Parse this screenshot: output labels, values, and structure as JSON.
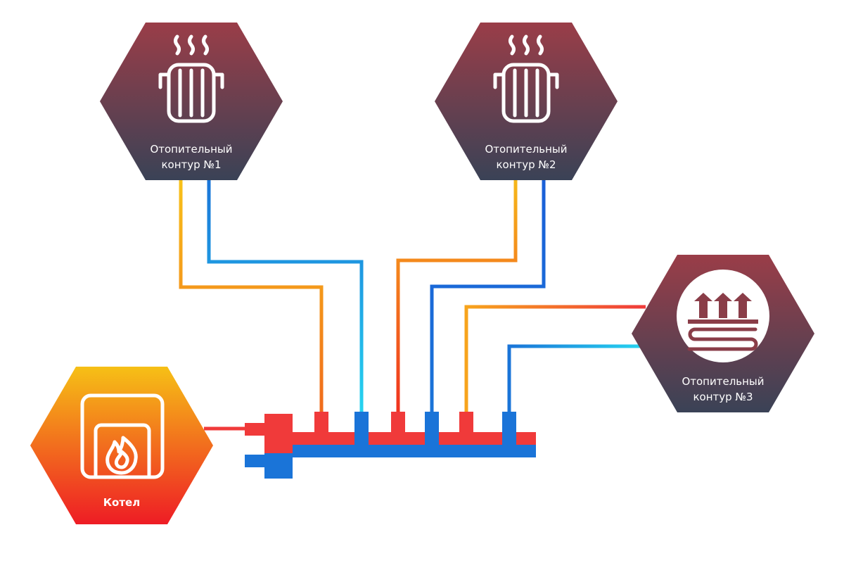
{
  "nodes": {
    "circuit1": {
      "label_line1": "Отопительный",
      "label_line2": "контур  №1",
      "icon": "radiator-icon"
    },
    "circuit2": {
      "label_line1": "Отопительный",
      "label_line2": "контур  №2",
      "icon": "radiator-icon"
    },
    "circuit3": {
      "label_line1": "Отопительный",
      "label_line2": "контур  №3",
      "icon": "underfloor-heating-icon"
    },
    "boiler": {
      "label": "Котел",
      "icon": "boiler-icon"
    }
  },
  "colors": {
    "node_top": "#9a3d48",
    "node_bottom": "#3a4256",
    "boiler_top": "#f6c016",
    "boiler_bottom": "#ee1c25",
    "hot_pipe": "#f03a3a",
    "cold_pipe": "#1a74d8",
    "hot_pipe_light": "#f8c21a",
    "cold_pipe_light": "#26d4f0"
  }
}
